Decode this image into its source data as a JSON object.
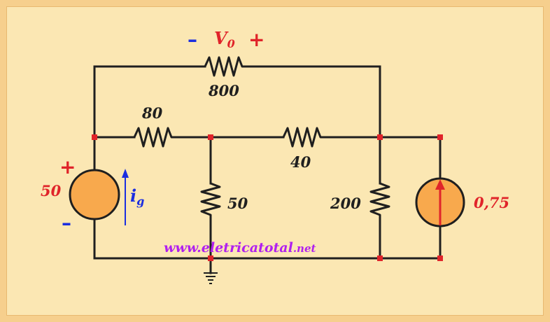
{
  "labels": {
    "v0": "V",
    "v0_sub": "0",
    "v0_minus": "–",
    "v0_plus": "+",
    "r800": "800",
    "r80": "80",
    "r40": "40",
    "r50": "50",
    "r200": "200",
    "source_voltage": "50",
    "source_plus": "+",
    "source_minus": "–",
    "current": "i",
    "current_sub": "g",
    "source_current": "0,75"
  },
  "watermark": {
    "main": "www.eletricatotal",
    "suffix": ".net"
  },
  "colors": {
    "background": "#fbe7b3",
    "frame": "#f6cf8d",
    "wire": "#1f1f1f",
    "node": "#e0242a",
    "source_fill": "#f8a94d",
    "label_red": "#e0242a",
    "label_blue": "#1b2ee0",
    "watermark": "#b01ff0"
  }
}
